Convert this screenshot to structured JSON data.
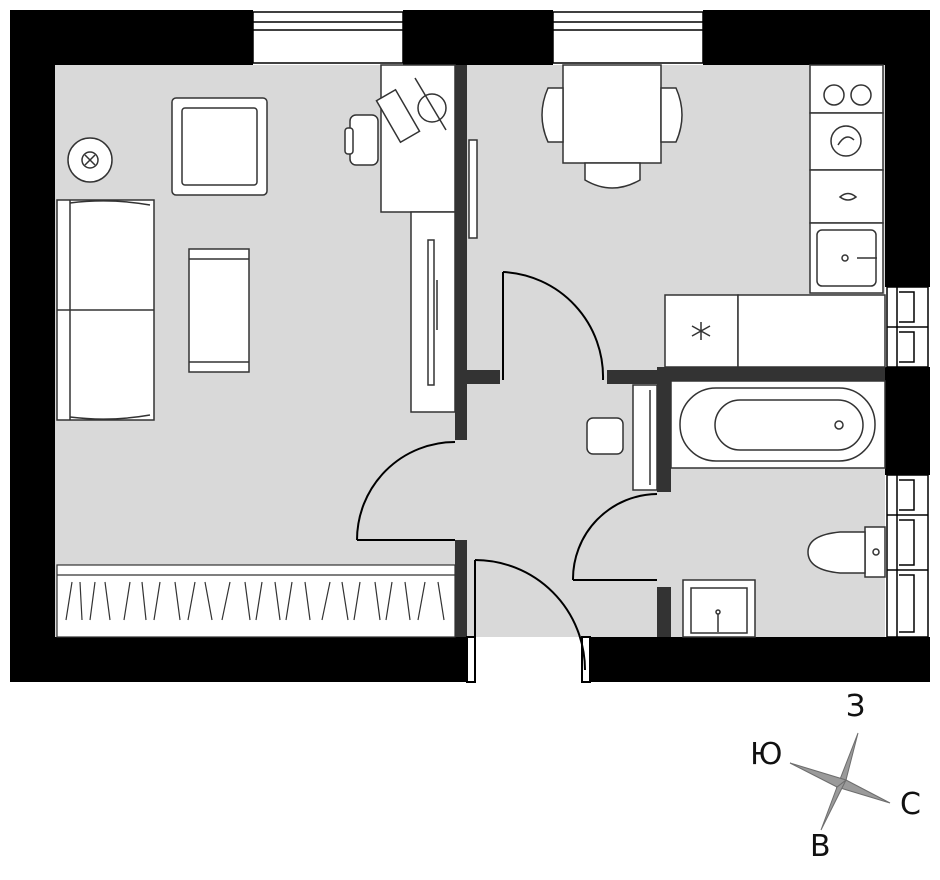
{
  "compass": {
    "north": "З",
    "south": "В",
    "west": "Ю",
    "east": "С"
  },
  "colors": {
    "wall": "#000000",
    "floor": "#d9d9d9",
    "partition": "#333333",
    "furniture_fill": "#ffffff",
    "furniture_stroke": "#333333",
    "compass_star": "#9a9a9a"
  }
}
